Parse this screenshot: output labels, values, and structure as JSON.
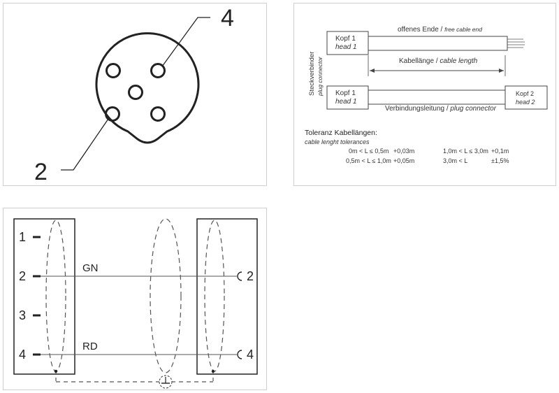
{
  "connector": {
    "pin_label_top": "4",
    "pin_label_bottom": "2"
  },
  "cable_diagram": {
    "open_end": "offenes Ende",
    "open_end_en": "free cable end",
    "head1_de": "Kopf 1",
    "head1_en": "head 1",
    "head2_de": "Kopf 2",
    "head2_en": "head 2",
    "cable_length_de": "Kabellänge",
    "cable_length_en": "cable length",
    "plug_connector_de": "Verbindungsleitung",
    "plug_connector_en": "plug connector",
    "side_label_de": "Steckverbinder",
    "side_label_en": "plug connector",
    "tolerance_title_de": "Toleranz Kabellängen:",
    "tolerance_title_en": "cable lenght tolerances",
    "tolerances": [
      {
        "range": "0m < L ≤ 0,5m",
        "value": "+0,03m"
      },
      {
        "range": "0,5m < L ≤ 1,0m",
        "value": "+0,05m"
      },
      {
        "range": "1,0m < L ≤ 3,0m",
        "value": "+0,1m"
      },
      {
        "range": "3,0m < L",
        "value": "±1,5%"
      }
    ]
  },
  "wiring": {
    "left_pins": [
      "1",
      "2",
      "3",
      "4"
    ],
    "right_pins": [
      "2",
      "4"
    ],
    "wire_gn": "GN",
    "wire_rd": "RD"
  }
}
